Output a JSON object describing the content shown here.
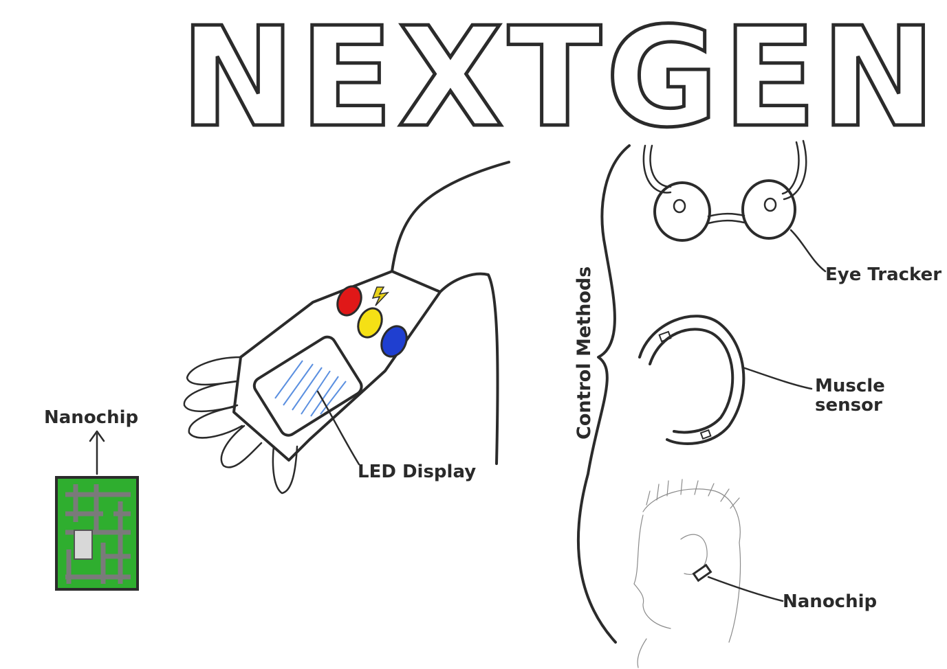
{
  "title": "NEXTGEN",
  "labels": {
    "nanochip_left": "Nanochip",
    "led_display": "LED Display",
    "control_methods": "Control Methods",
    "eye_tracker": "Eye Tracker",
    "muscle_sensor_line1": "Muscle",
    "muscle_sensor_line2": "sensor",
    "nanochip_right": "Nanochip"
  },
  "colors": {
    "ink": "#2b2b2b",
    "chip_green": "#2fae2f",
    "chip_grey": "#7a7a7a",
    "button_red": "#e01818",
    "button_yellow": "#f5e015",
    "button_blue": "#1f3fd0",
    "display_blue": "#5a8fe0",
    "bolt": "#e8d21a"
  }
}
